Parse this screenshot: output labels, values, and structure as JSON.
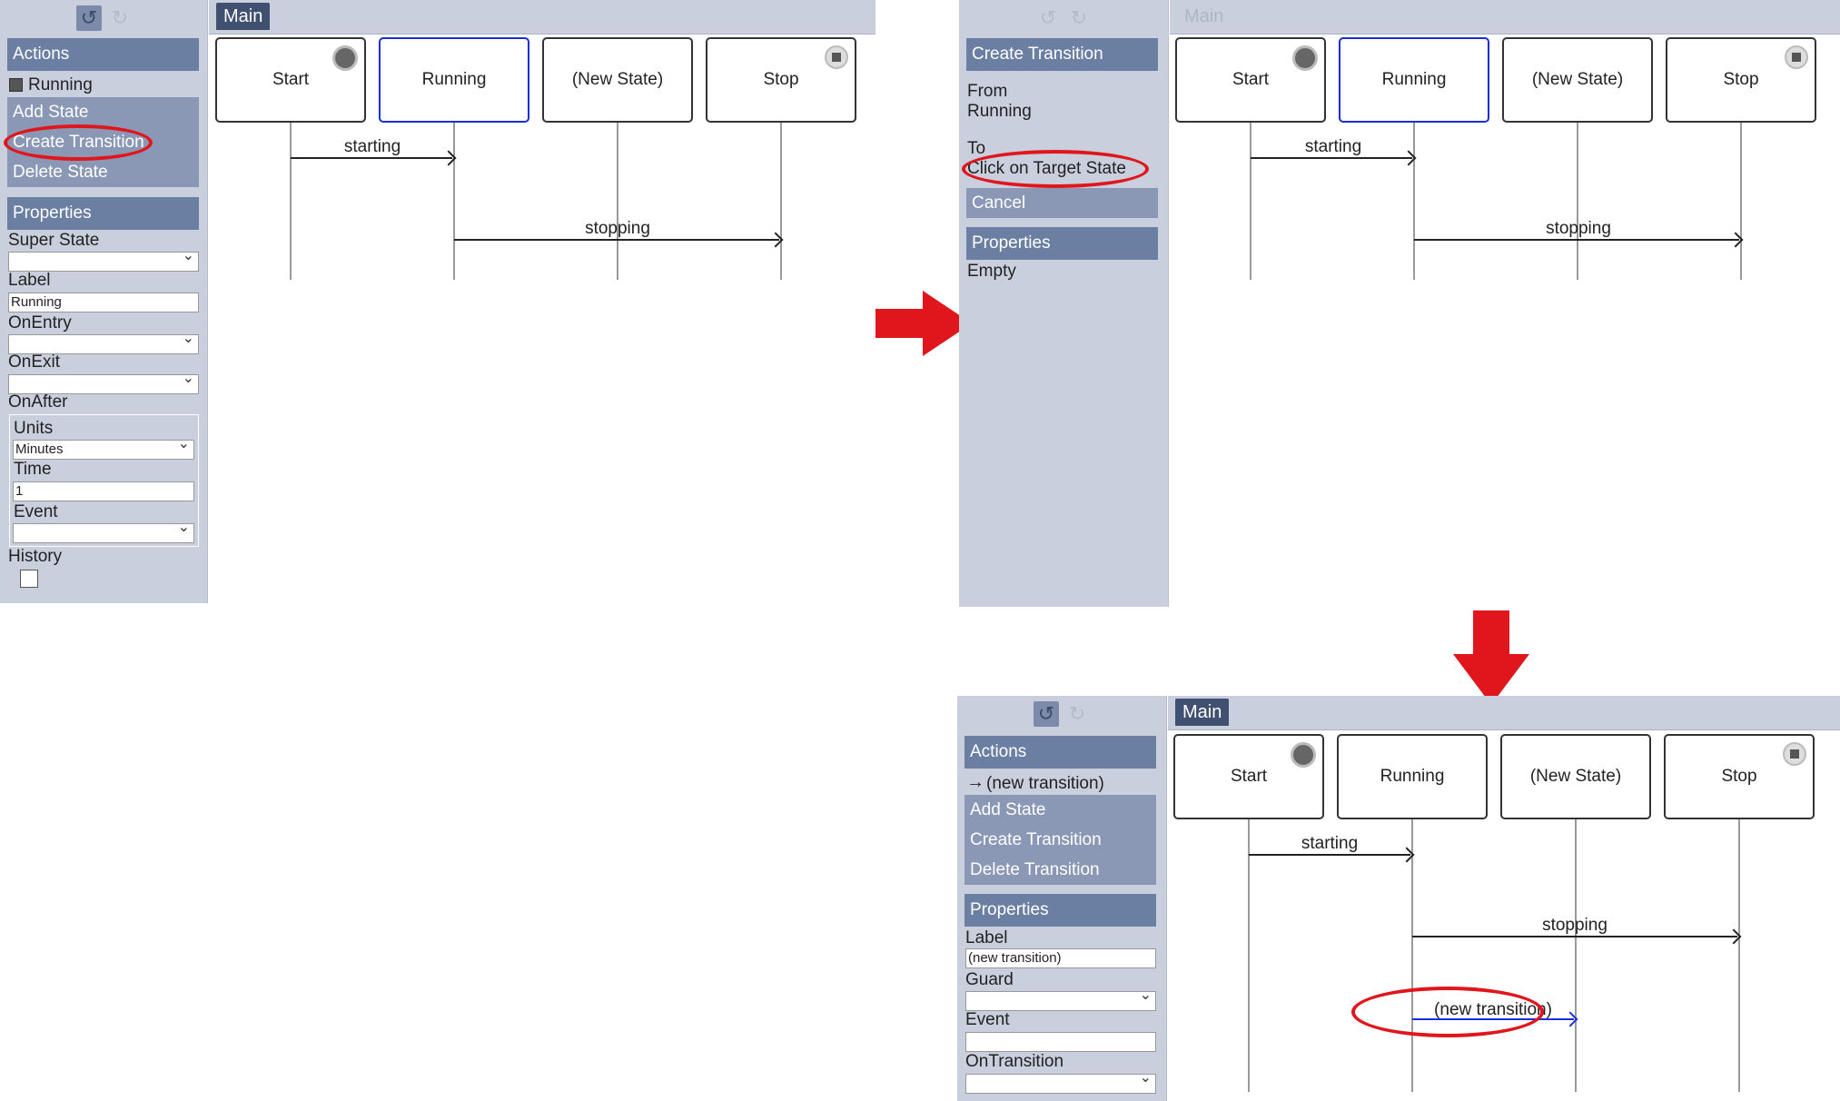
{
  "colors": {
    "accent": "#e0161c",
    "selected_state_border": "#1a2fd8",
    "sidebar_bg": "#c9cfdd",
    "header_bg": "#6b7fa3",
    "item_bg": "#8a98b5",
    "tab_bg": "#405070"
  },
  "panel1": {
    "tab": "Main",
    "actions_header": "Actions",
    "selected_item": "Running",
    "add_state": "Add State",
    "create_transition": "Create Transition",
    "delete_state": "Delete State",
    "properties_header": "Properties",
    "super_state_label": "Super State",
    "label_label": "Label",
    "label_value": "Running",
    "onentry_label": "OnEntry",
    "onexit_label": "OnExit",
    "onafter_label": "OnAfter",
    "units_label": "Units",
    "units_value": "Minutes",
    "time_label": "Time",
    "time_value": "1",
    "event_label": "Event",
    "history_label": "History",
    "states": [
      "Start",
      "Running",
      "(New State)",
      "Stop"
    ],
    "transitions": [
      "starting",
      "stopping"
    ]
  },
  "panel2": {
    "tab": "Main",
    "create_transition_header": "Create Transition",
    "from_label": "From",
    "from_value": "Running",
    "to_label": "To",
    "to_value": "Click on Target State",
    "cancel": "Cancel",
    "properties_header": "Properties",
    "properties_value": "Empty",
    "states": [
      "Start",
      "Running",
      "(New State)",
      "Stop"
    ],
    "transitions": [
      "starting",
      "stopping"
    ]
  },
  "panel3": {
    "tab": "Main",
    "actions_header": "Actions",
    "selected_item": "(new transition)",
    "add_state": "Add State",
    "create_transition": "Create Transition",
    "delete_transition": "Delete Transition",
    "properties_header": "Properties",
    "label_label": "Label",
    "label_value": "(new transition)",
    "guard_label": "Guard",
    "event_label": "Event",
    "ontransition_label": "OnTransition",
    "states": [
      "Start",
      "Running",
      "(New State)",
      "Stop"
    ],
    "transitions": [
      "starting",
      "stopping",
      "(new transition)"
    ]
  },
  "icons": {
    "undo": "undo-icon",
    "redo": "redo-icon",
    "flow_arrow": "red-arrow-icon"
  }
}
